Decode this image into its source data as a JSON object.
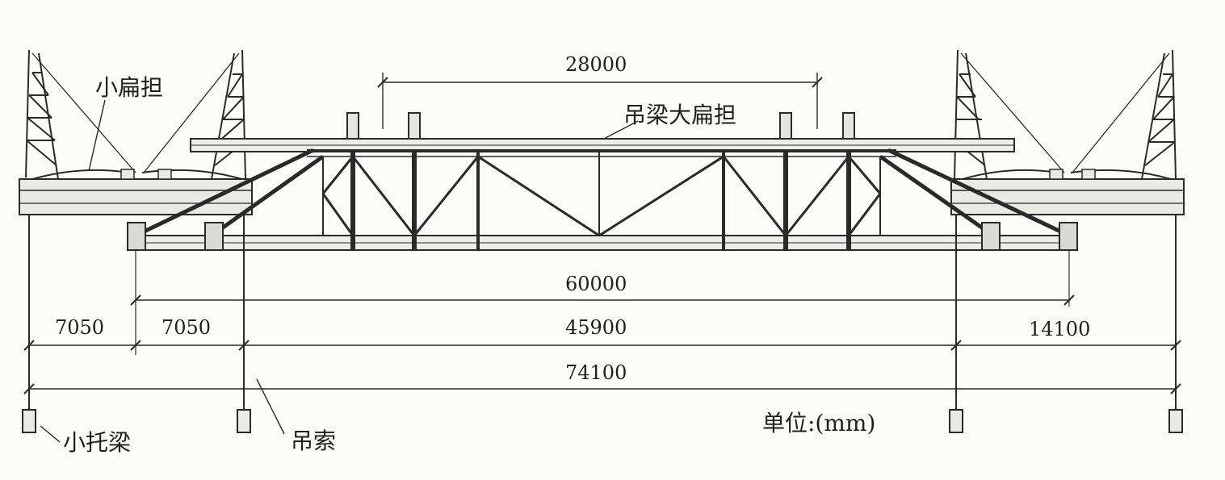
{
  "labels": {
    "small_shoulder_pole": "小扁担",
    "main_shoulder_pole": "吊梁大扁担",
    "small_support_beam": "小托梁",
    "sling": "吊索",
    "unit": "单位:(mm)"
  },
  "dimensions": {
    "top_span": "28000",
    "truss_length": "60000",
    "left_a": "7050",
    "left_b": "7050",
    "middle": "45900",
    "right_a": "14100",
    "overall": "74100"
  },
  "colors": {
    "line": "#2a2a2a",
    "paper": "#fbfbf9"
  }
}
